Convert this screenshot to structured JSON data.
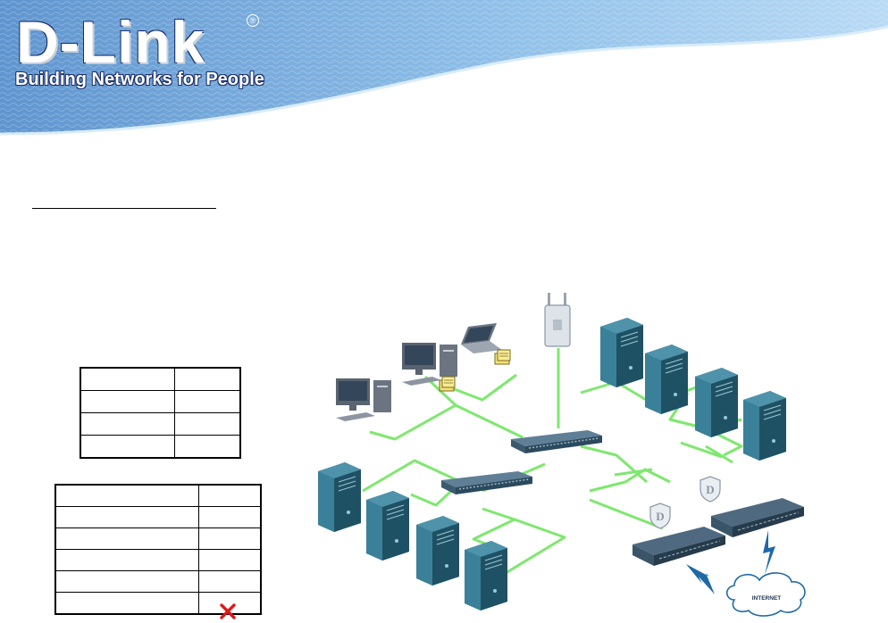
{
  "brand": {
    "logo": "D-Link",
    "registered_mark": "®",
    "tagline": "Building Networks for People",
    "colors": {
      "navy": "#1c2f6a",
      "sky": "#8fbfe8",
      "link_green": "#7ee86e",
      "device_teal": "#2f6f86",
      "error_red": "#e01818"
    }
  },
  "top_table": {
    "rows": 4,
    "columns": 2,
    "cells": []
  },
  "bottom_table": {
    "rows": 6,
    "columns": 2,
    "cells": [],
    "status_mark": "x-icon"
  },
  "diagram": {
    "internet_label": "INTERNET",
    "icons": [
      "desktop-icon",
      "laptop-icon",
      "note-icon",
      "access-point-icon",
      "server-icon",
      "switch-icon",
      "firewall-router-icon",
      "shield-icon",
      "lightning-icon",
      "cloud-icon"
    ]
  }
}
